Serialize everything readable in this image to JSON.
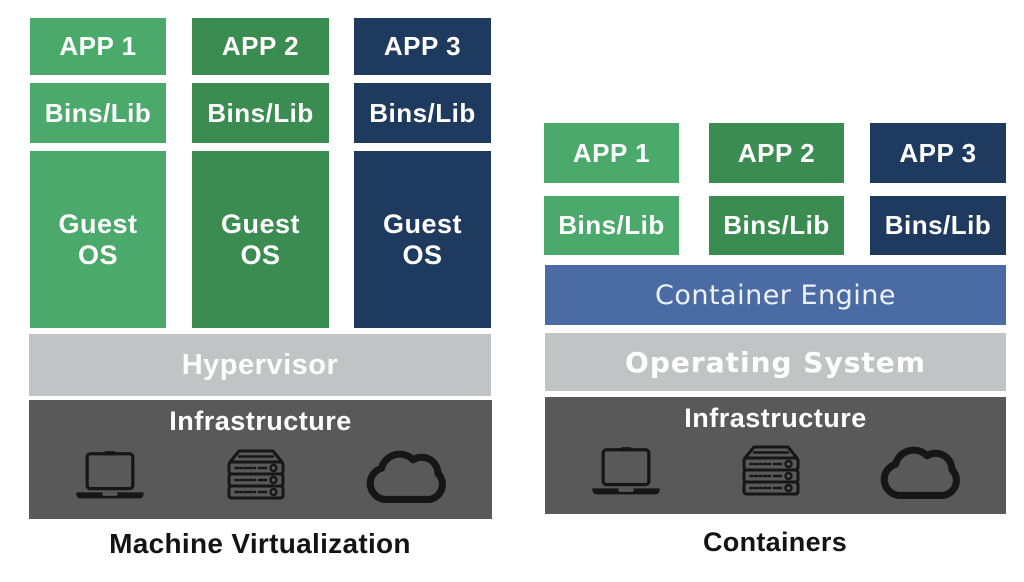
{
  "diagram": {
    "title_left": "Machine Virtualization",
    "title_right": "Containers",
    "left": {
      "caption": "Machine Virtualization",
      "stacks": [
        {
          "app": "APP 1",
          "bins": "Bins/Lib",
          "guest": "Guest OS"
        },
        {
          "app": "APP 2",
          "bins": "Bins/Lib",
          "guest": "Guest OS"
        },
        {
          "app": "APP 3",
          "bins": "Bins/Lib",
          "guest": "Guest OS"
        }
      ],
      "hypervisor": "Hypervisor",
      "infrastructure": "Infrastructure"
    },
    "right": {
      "caption": "Containers",
      "stacks": [
        {
          "app": "APP 1",
          "bins": "Bins/Lib"
        },
        {
          "app": "APP 2",
          "bins": "Bins/Lib"
        },
        {
          "app": "APP 3",
          "bins": "Bins/Lib"
        }
      ],
      "container_engine": "Container Engine",
      "operating_system": "Operating System",
      "infrastructure": "Infrastructure"
    },
    "icons": {
      "laptop": "laptop-icon",
      "server": "server-rack-icon",
      "cloud": "cloud-icon"
    },
    "colors": {
      "green_light": "#4BA96C",
      "green_dark": "#3B8C50",
      "navy": "#1F3A5F",
      "engine_blue": "#4A6BA4",
      "light_gray": "#C1C3C5",
      "dark_gray": "#595959",
      "icon_ink": "#161616"
    }
  }
}
